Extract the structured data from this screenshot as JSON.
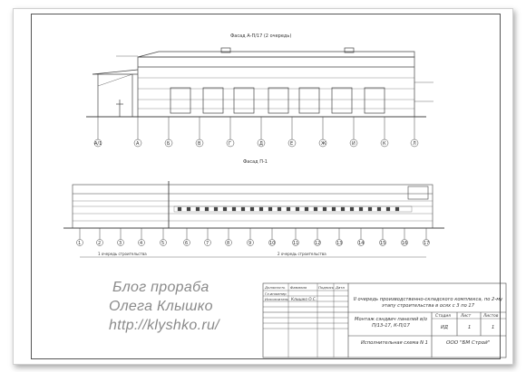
{
  "drawing": {
    "elevation_top_title": "Фасад А-П/17 (2 очередь)",
    "elevation_bottom_title": "Фасад П-1",
    "top_axes": [
      "А/1",
      "А",
      "Б",
      "В",
      "Г",
      "Д",
      "Е",
      "Ж",
      "И",
      "К",
      "Л"
    ],
    "bottom_axes": [
      "1",
      "2",
      "3",
      "4",
      "5",
      "6",
      "7",
      "8",
      "9",
      "10",
      "11",
      "12",
      "13",
      "14",
      "15",
      "16",
      "17"
    ],
    "bottom_notes": [
      "1 очередь строительства",
      "2 очередь строительства"
    ]
  },
  "watermark": {
    "line1": "Блог прораба",
    "line2": "Олега Клышко",
    "line3": "http://klyshko.ru/"
  },
  "stamp": {
    "col_headers": [
      "Должность",
      "Фамилия",
      "Подпись",
      "Дата"
    ],
    "row1_role": "Гл.инженер",
    "row2_role": "Исполнитель",
    "row2_name": "Клышко О.С.",
    "project": "II очередь производственно-складского комплекса, по 2-му этапу строительства в осях с 3 по 17",
    "work": "Монтаж сэндвич панелей в/о П/13-17, К-П/17",
    "stage_h": "Стадия",
    "sheet_h": "Лист",
    "sheets_h": "Листов",
    "stage": "ИД",
    "sheet": "1",
    "sheets": "1",
    "scheme": "Исполнительная схема N 1",
    "company": "ООО \"БМ Строй\""
  }
}
